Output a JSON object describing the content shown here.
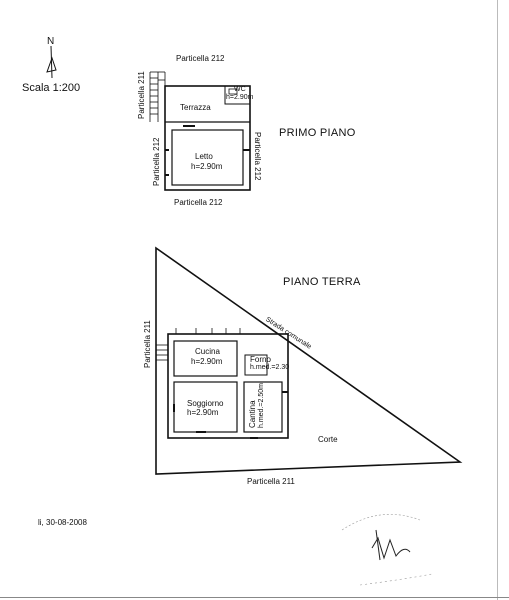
{
  "north": "N",
  "scale": "Scala 1:200",
  "upper_floor": {
    "title": "PRIMO PIANO",
    "parcel_top": "Particella 212",
    "parcel_left": "Particella 211",
    "parcel_left2": "Particella 212",
    "parcel_right": "Particella 212",
    "parcel_bottom": "Particella 212",
    "wc": "WC",
    "wc_height": "h=2.90m",
    "terrace": "Terrazza",
    "bedroom": "Letto",
    "bedroom_height": "h=2.90m"
  },
  "ground_floor": {
    "title": "PIANO TERRA",
    "road": "Strada comunale",
    "parcel_left": "Particella 211",
    "parcel_bottom": "Particella 211",
    "kitchen": "Cucina",
    "kitchen_height": "h=2.90m",
    "oven": "Forno",
    "oven_height": "h.med.=2.30",
    "living": "Soggiorno",
    "living_height": "h=2.90m",
    "cellar": "Cantina",
    "cellar_height": "h.med.=2.50m",
    "court": "Corte"
  },
  "date": "li, 30-08-2008"
}
